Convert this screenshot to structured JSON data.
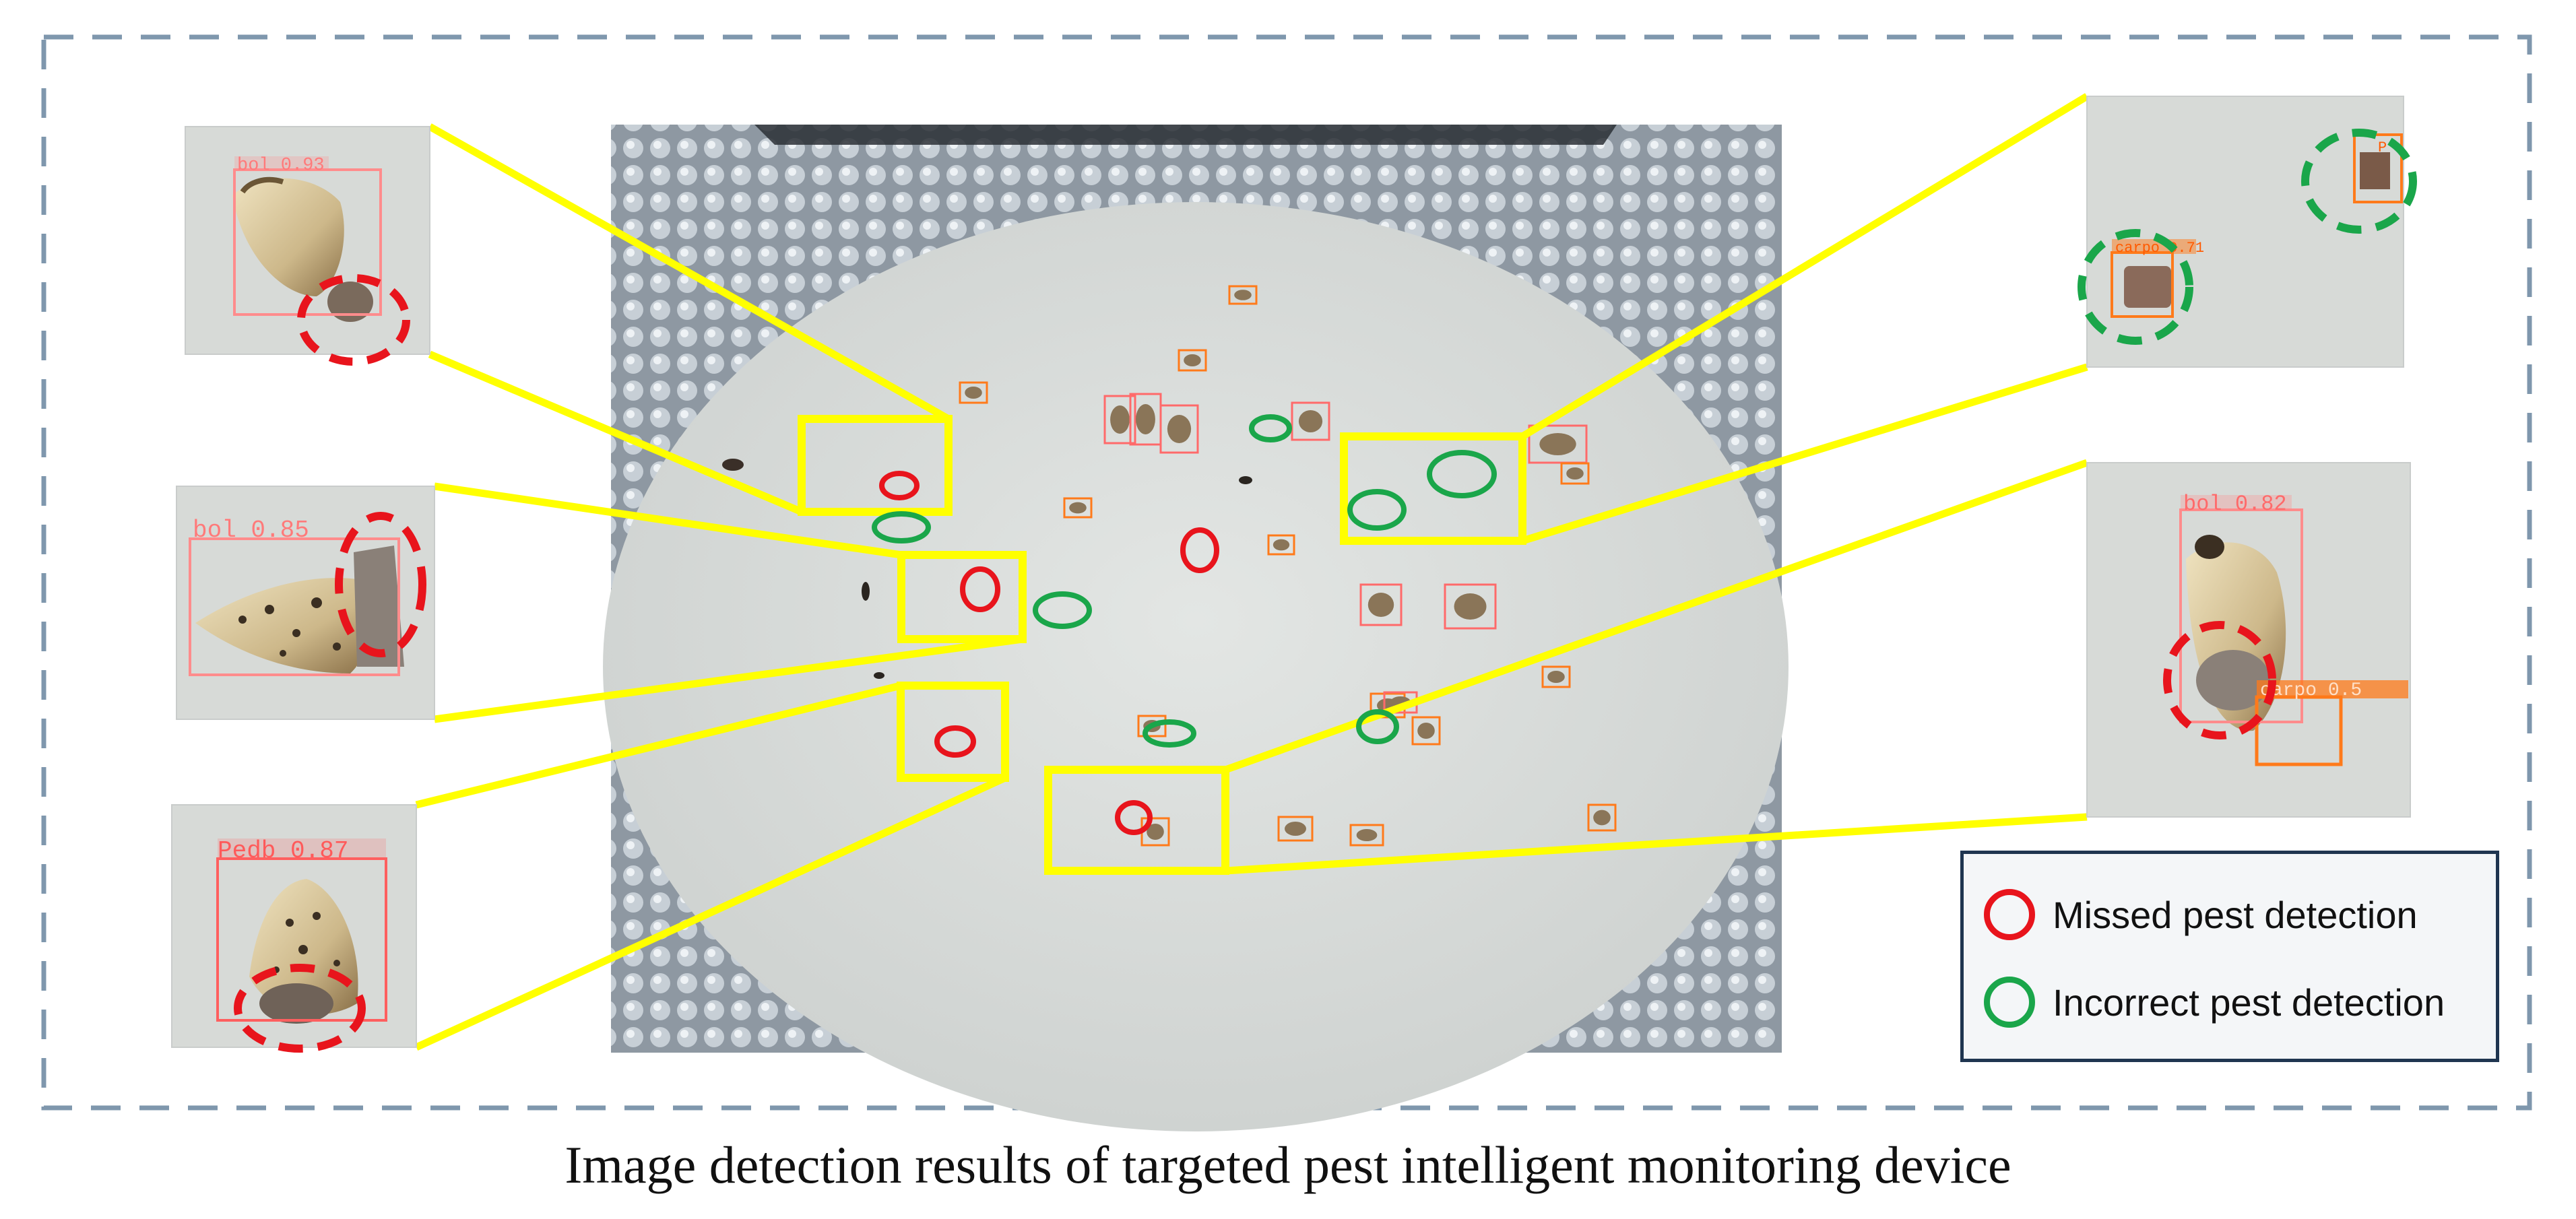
{
  "caption": "Image detection results of targeted pest intelligent monitoring device",
  "legend": {
    "missed": {
      "label": "Missed pest detection",
      "color": "#e8141c"
    },
    "incorrect": {
      "label": "Incorrect pest detection",
      "color": "#1aa64a"
    }
  },
  "callouts": {
    "top_left": {
      "tag": "bol 0.93"
    },
    "mid_left": {
      "tag": "bol 0.85"
    },
    "bottom_left": {
      "tag": "Pedb 0.87"
    },
    "top_right": {
      "tag_a": "carpo 0.71",
      "tag_b": "P"
    },
    "bottom_right": {
      "tag_a": "bol 0.82",
      "tag_b": "carpo 0.5"
    }
  },
  "colors": {
    "frame": "#7f97ad",
    "connector": "#ffff00",
    "box_red": "#ff6a6a",
    "box_orange": "#ff7a1a",
    "trap_board": "#d9dcda",
    "background_foil": "#9aa4ae"
  }
}
